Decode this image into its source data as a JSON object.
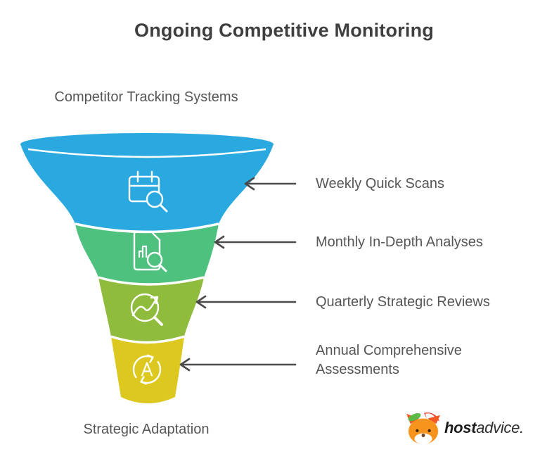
{
  "title": "Ongoing Competitive Monitoring",
  "funnel": {
    "top_label": "Competitor Tracking Systems",
    "bottom_label": "Strategic Adaptation",
    "arrow_color": "#4a4a4a",
    "segments": [
      {
        "label": "Weekly Quick Scans",
        "color": "#29a9e0",
        "icon": "calendar-search-icon"
      },
      {
        "label": "Monthly In-Depth Analyses",
        "color": "#4dc17d",
        "icon": "document-analysis-search-icon"
      },
      {
        "label": "Quarterly Strategic Reviews",
        "color": "#8fbc3c",
        "icon": "trend-magnifier-icon"
      },
      {
        "label": "Annual Comprehensive Assessments",
        "color": "#dcc81f",
        "icon": "refresh-a-icon"
      }
    ]
  },
  "branding": {
    "logo_icon": "fox-mascot-icon",
    "logo_text_bold": "host",
    "logo_text_regular": "advice."
  }
}
